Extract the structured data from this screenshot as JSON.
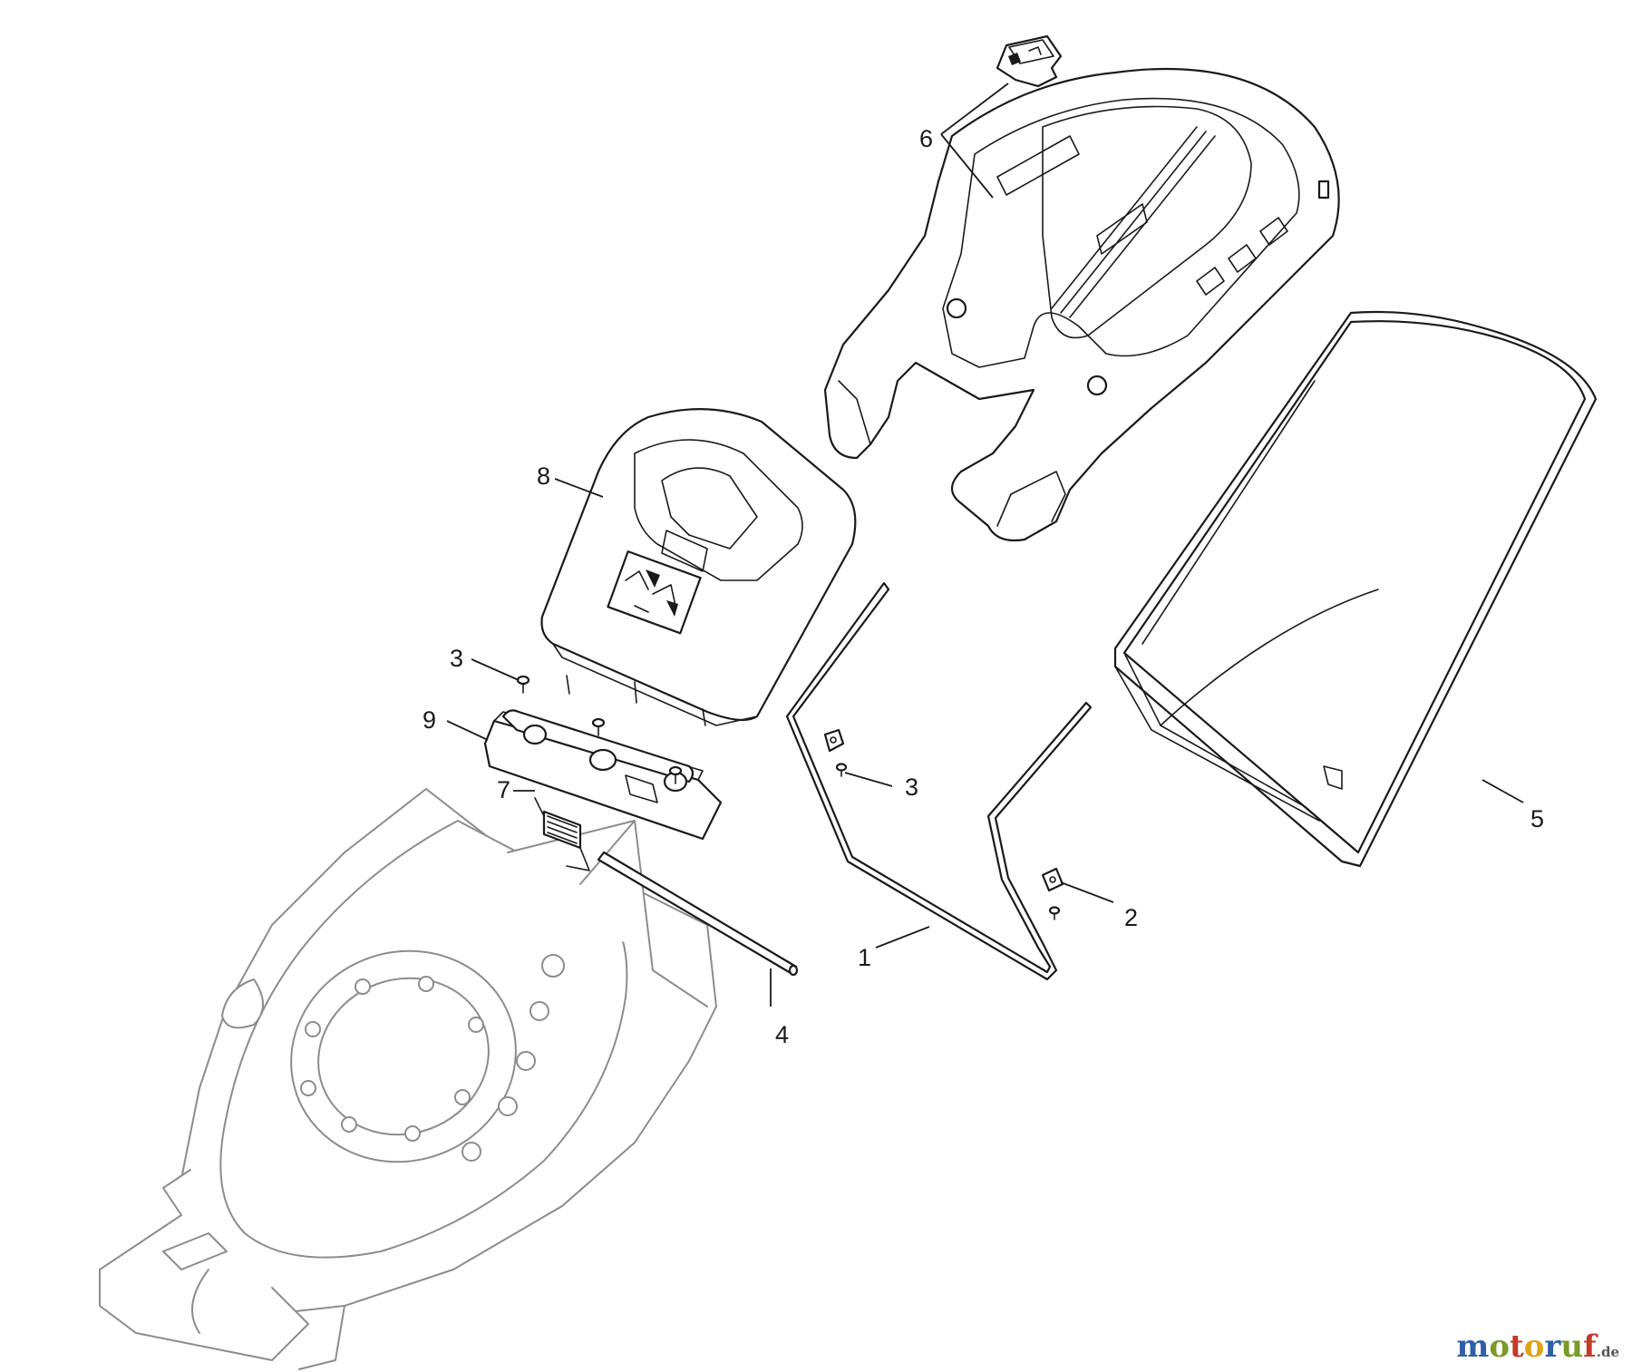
{
  "callouts": [
    {
      "id": "callout-1",
      "label": "1",
      "part": "handle-frame"
    },
    {
      "id": "callout-2",
      "label": "2",
      "part": "handle-clip-right"
    },
    {
      "id": "callout-3a",
      "label": "3",
      "part": "screw-upper"
    },
    {
      "id": "callout-3b",
      "label": "3",
      "part": "screw-right"
    },
    {
      "id": "callout-4",
      "label": "4",
      "part": "hinge-rod"
    },
    {
      "id": "callout-5",
      "label": "5",
      "part": "grass-bag"
    },
    {
      "id": "callout-6",
      "label": "6",
      "part": "switch-cover"
    },
    {
      "id": "callout-7",
      "label": "7",
      "part": "torsion-spring"
    },
    {
      "id": "callout-8",
      "label": "8",
      "part": "rear-flap-cover"
    },
    {
      "id": "callout-9",
      "label": "9",
      "part": "flap-hinge-bracket"
    }
  ],
  "watermark": {
    "brand": "motoruf",
    "tld": ".de",
    "letters": [
      {
        "ch": "m",
        "color": "#2e5fa8"
      },
      {
        "ch": "o",
        "color": "#7a9a2a"
      },
      {
        "ch": "t",
        "color": "#c23a2a"
      },
      {
        "ch": "o",
        "color": "#e0a21a"
      },
      {
        "ch": "r",
        "color": "#2e5fa8"
      },
      {
        "ch": "u",
        "color": "#7a9a2a"
      },
      {
        "ch": "f",
        "color": "#c23a2a"
      }
    ]
  },
  "colors": {
    "line": "#1a1a1a",
    "ghost": "#8c8c8c",
    "background": "#ffffff"
  }
}
